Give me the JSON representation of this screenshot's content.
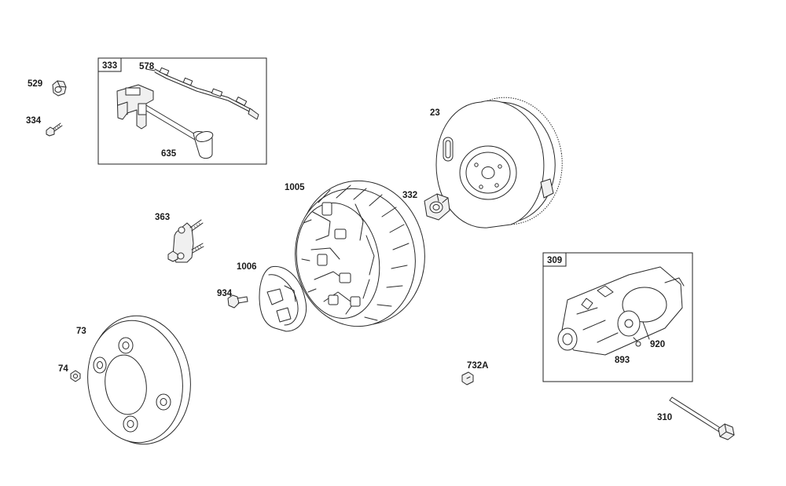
{
  "diagram": {
    "parts": [
      {
        "id": "p529",
        "label": "529"
      },
      {
        "id": "p334",
        "label": "334"
      },
      {
        "id": "p333",
        "label": "333"
      },
      {
        "id": "p578",
        "label": "578"
      },
      {
        "id": "p635",
        "label": "635"
      },
      {
        "id": "p23",
        "label": "23"
      },
      {
        "id": "p1005",
        "label": "1005"
      },
      {
        "id": "p332",
        "label": "332"
      },
      {
        "id": "p363",
        "label": "363"
      },
      {
        "id": "p1006",
        "label": "1006"
      },
      {
        "id": "p309",
        "label": "309"
      },
      {
        "id": "p934",
        "label": "934"
      },
      {
        "id": "p73",
        "label": "73"
      },
      {
        "id": "p74",
        "label": "74"
      },
      {
        "id": "p920",
        "label": "920"
      },
      {
        "id": "p893",
        "label": "893"
      },
      {
        "id": "p732A",
        "label": "732A"
      },
      {
        "id": "p310",
        "label": "310"
      }
    ]
  }
}
